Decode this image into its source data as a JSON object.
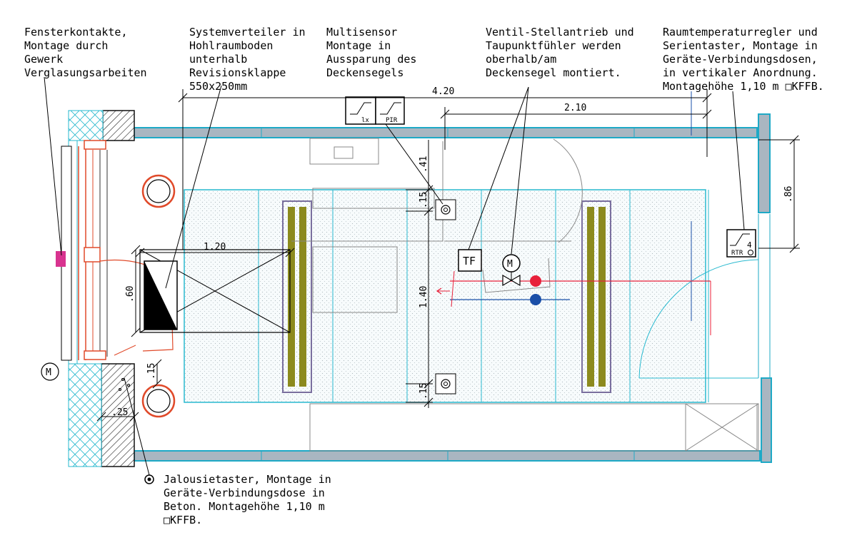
{
  "callouts": {
    "window_contacts": [
      "Fensterkontakte,",
      "Montage durch",
      "Gewerk",
      "Verglasungsarbeiten"
    ],
    "system_distributor": [
      "Systemverteiler in",
      "Hohlraumboden",
      "unterhalb",
      "Revisionsklappe",
      "550x250mm"
    ],
    "multisensor": [
      "Multisensor",
      "Montage in",
      "Aussparung des",
      "Deckensegels"
    ],
    "valve_actuator": [
      "Ventil-Stellantrieb und",
      "Taupunktfühler werden",
      "oberhalb/am",
      "Deckensegel montiert."
    ],
    "room_controller": [
      "Raumtemperaturregler und",
      "Serientaster, Montage in",
      "Geräte-Verbindungsdosen,",
      "in vertikaler Anordnung.",
      "Montagehöhe 1,10 m □KFFB."
    ],
    "blind_switch": [
      "Jalousietaster, Montage in",
      "Geräte-Verbindungsdose in",
      "Beton. Montagehöhe 1,10 m",
      "□KFFB."
    ]
  },
  "dimensions": {
    "d_420": "4.20",
    "d_210": "2.10",
    "d_120": "1.20",
    "d_60": ".60",
    "d_41": ".41",
    "d_15_top": ".15",
    "d_140": "1.40",
    "d_15_bottom": ".15",
    "d_86": ".86",
    "d_15_small": ".15",
    "d_25": ".25"
  },
  "symbols": {
    "multisensor_lx": "lx",
    "multisensor_pir": "PIR",
    "dewpoint_sensor": "TF",
    "motor": "M",
    "motor_window": "M",
    "room_controller_num": "4",
    "room_controller_label": "RTR"
  },
  "colors": {
    "wall_fill": "#a9b6c1",
    "wall_border": "#1ea9c6",
    "ceiling_panel": "#29b9cf",
    "heating_red": "#e8203a",
    "cooling_blue": "#1a4fa8",
    "panel_olive": "#8c8a1e",
    "panel_frame": "#7a6f9e",
    "window_red": "#e04a2a",
    "window_contact": "#d8338f"
  }
}
